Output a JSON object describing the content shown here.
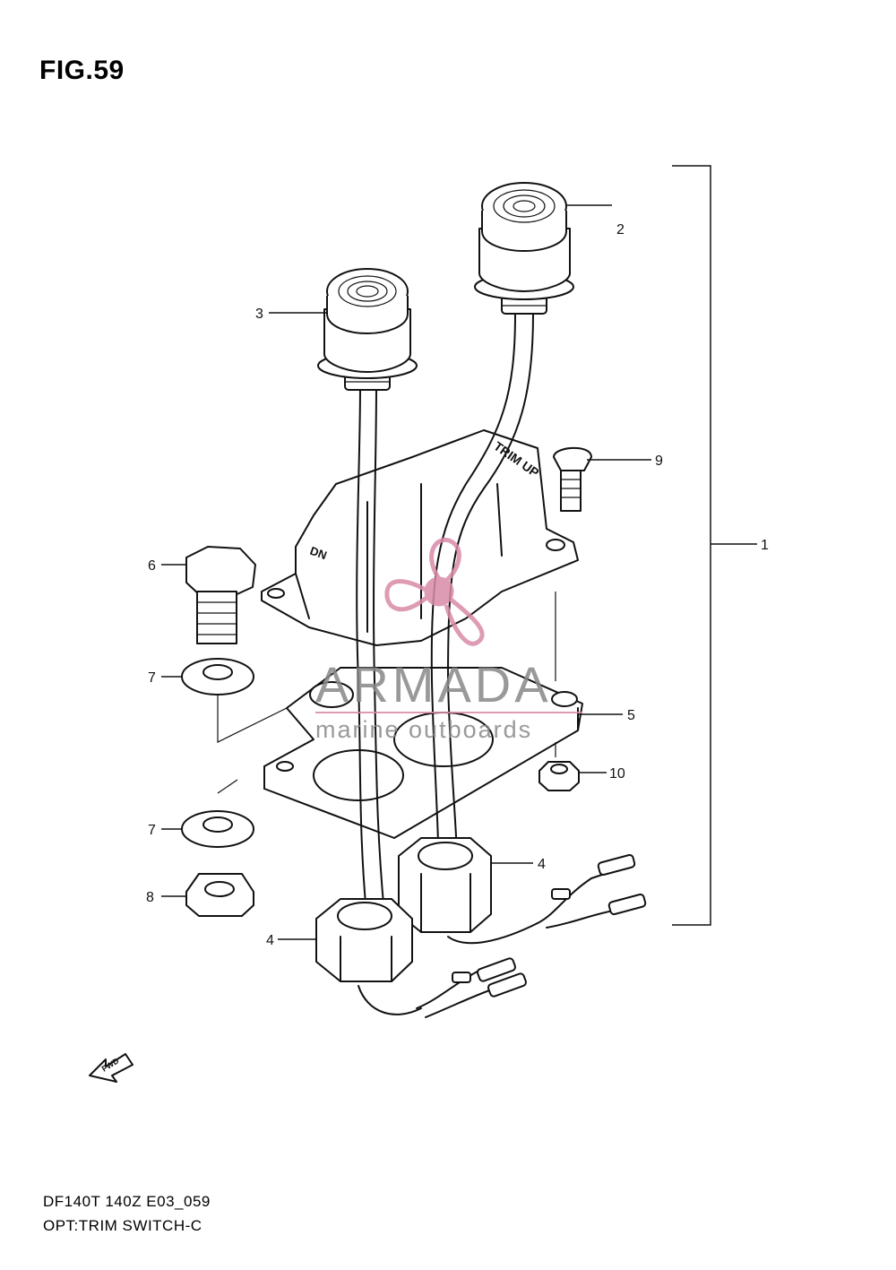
{
  "figure": {
    "title": "FIG.59",
    "code": "DF140T 140Z E03_059",
    "name": "OPT:TRIM SWITCH-C"
  },
  "labels": {
    "switch_up": "TRIM UP",
    "switch_dn": "DN",
    "fwd": "FWD"
  },
  "callouts": [
    "1",
    "2",
    "3",
    "4",
    "4",
    "5",
    "6",
    "7",
    "7",
    "8",
    "9",
    "10"
  ],
  "watermark": {
    "brand": "ARMADA",
    "tagline": "marine outboards",
    "color": "#d98aa8"
  }
}
